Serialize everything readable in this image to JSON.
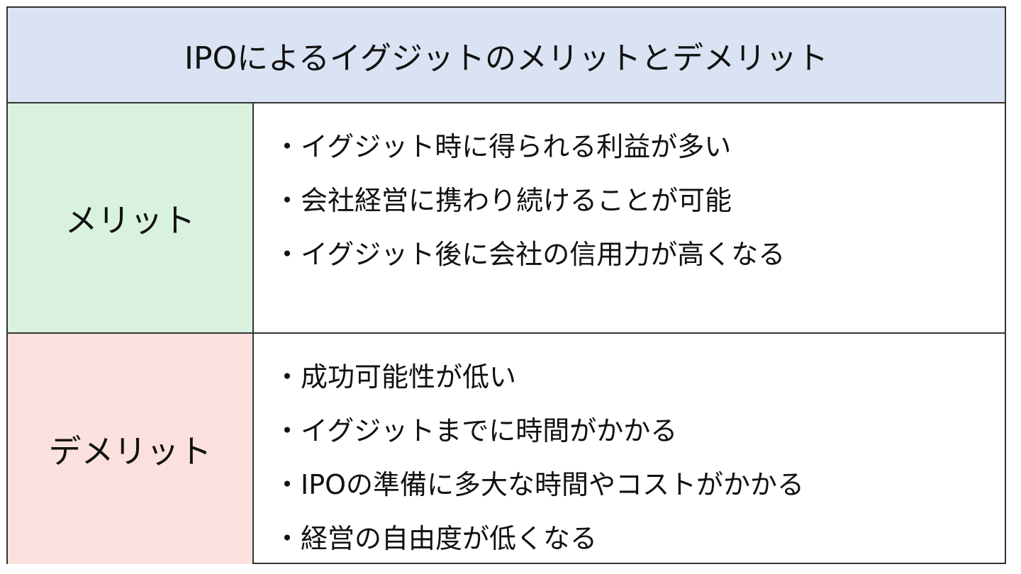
{
  "title": "IPOによるイグジットのメリットとデメリット",
  "rows": [
    {
      "label": "メリット",
      "items": [
        "・イグジット時に得られる利益が多い",
        "・会社経営に携わり続けることが可能",
        "・イグジット後に会社の信用力が高くなる"
      ]
    },
    {
      "label": "デメリット",
      "items": [
        "・成功可能性が低い",
        "・イグジットまでに時間がかかる",
        "・IPOの準備に多大な時間やコストがかかる",
        "・経営の自由度が低くなる"
      ]
    }
  ],
  "colors": {
    "header_bg": "#dae3f3",
    "merit_bg": "#d9f2df",
    "demerit_bg": "#fae1dd",
    "border": "#333333"
  }
}
